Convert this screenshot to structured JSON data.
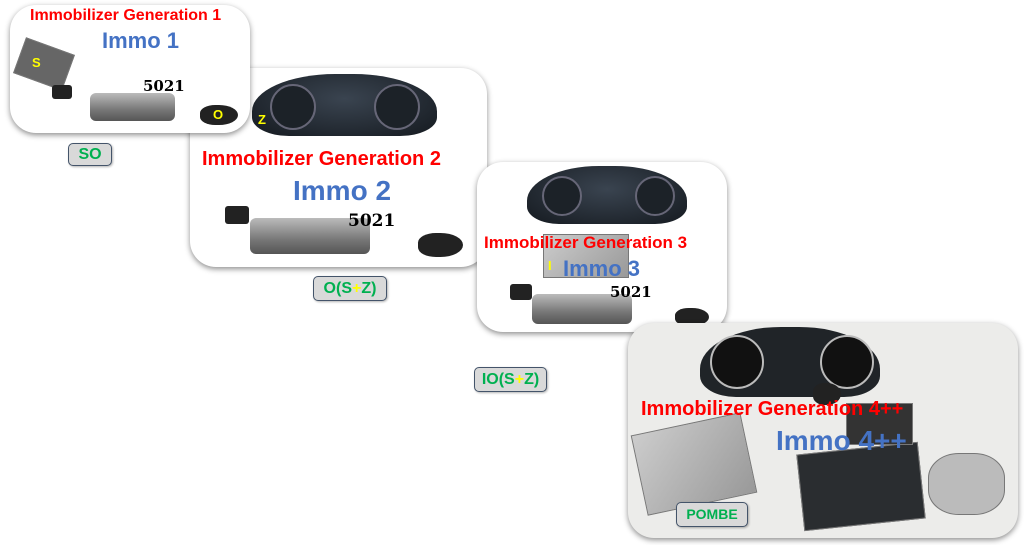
{
  "generations": [
    {
      "title": "Immobilizer Generation 1",
      "immo": "Immo 1",
      "code": {
        "pre": "SO",
        "plus": "",
        "post": ""
      },
      "parts": {
        "control_unit": "S",
        "key": "O"
      },
      "logo": "5021"
    },
    {
      "title": "Immobilizer Generation 2",
      "immo": "Immo 2",
      "code": {
        "pre": "O(S",
        "plus": "+",
        "post": "Z)"
      },
      "parts": {
        "cluster": "Z"
      },
      "logo": "5021"
    },
    {
      "title": "Immobilizer Generation 3",
      "immo": "Immo 3",
      "code": {
        "pre": "IO(S",
        "plus": "+",
        "post": "Z)"
      },
      "parts": {
        "ecu": "I"
      },
      "logo": "5021"
    },
    {
      "title": "Immobilizer Generation 4++",
      "immo": "Immo 4++",
      "code": {
        "pre": "POMBE",
        "plus": "",
        "post": ""
      }
    }
  ]
}
